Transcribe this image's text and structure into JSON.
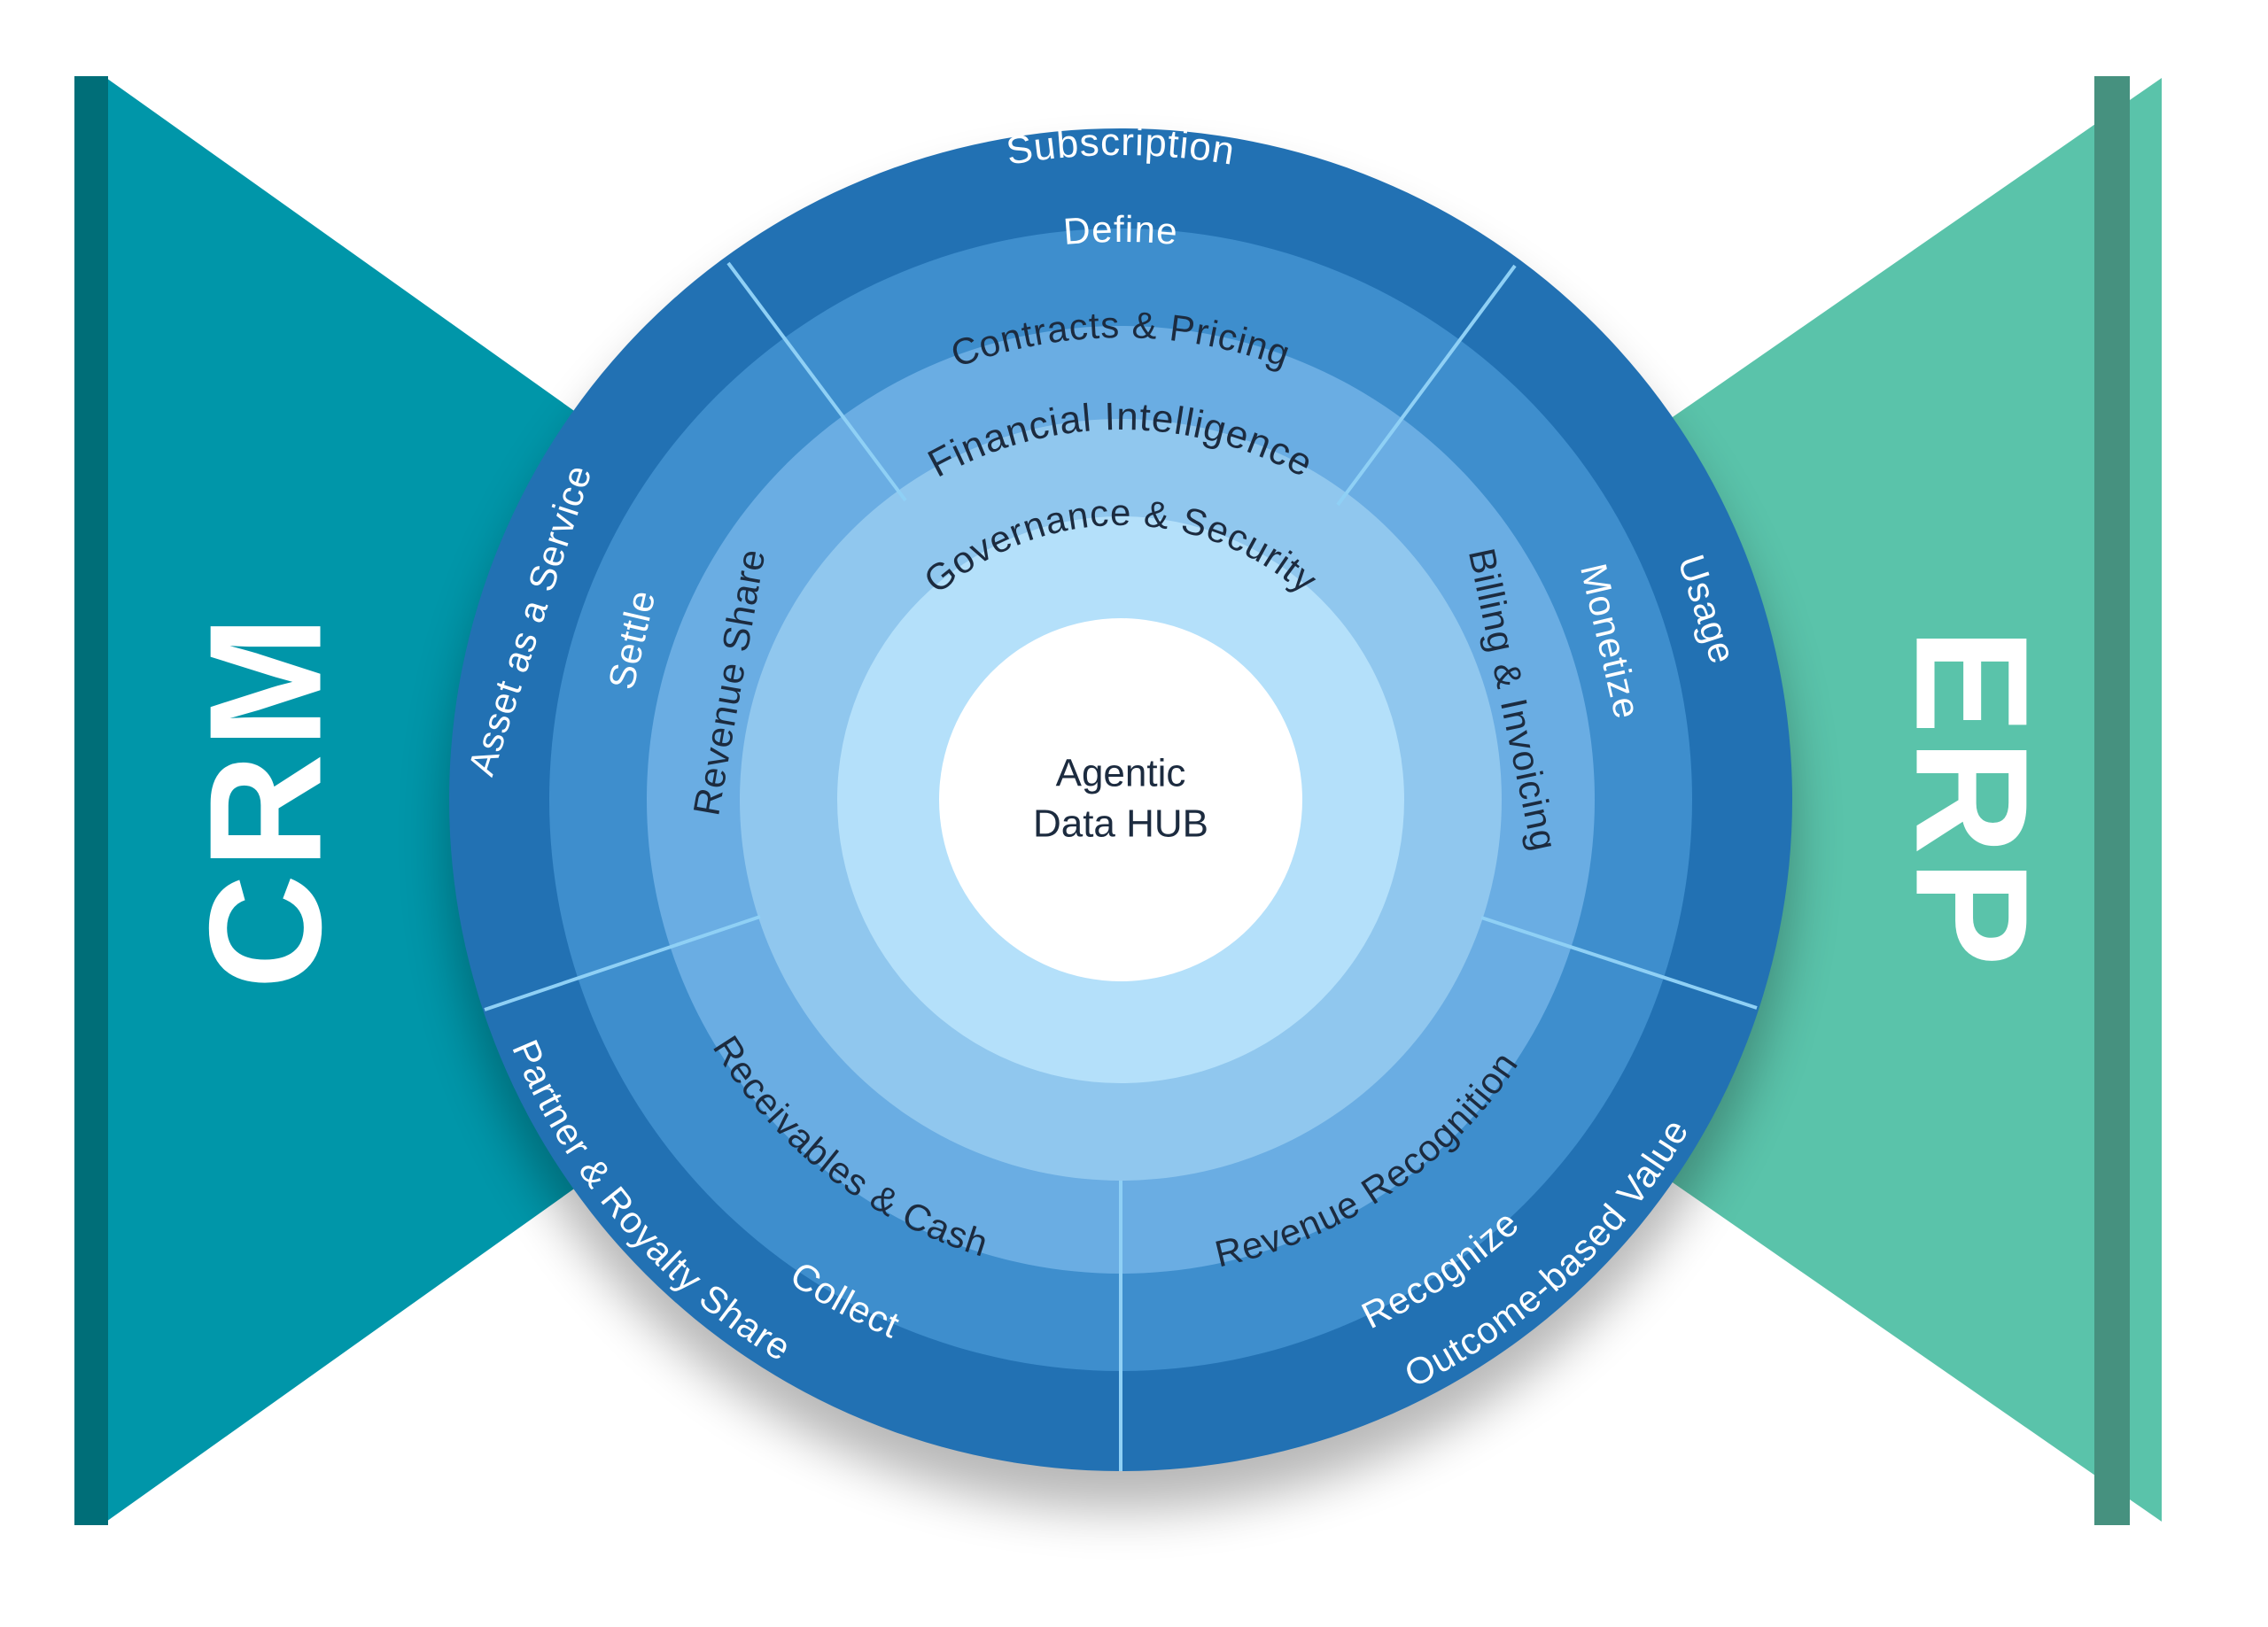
{
  "colors": {
    "left_panel": "#0096A9",
    "left_edge": "#006E78",
    "right_panel": "#5AC3AA",
    "right_edge": "#46917F",
    "ring_outer": "#2271B3",
    "ring_2": "#3E8ECD",
    "ring_3": "#6AADE3",
    "ring_4": "#90C7EE",
    "ring_5": "#B4E0FA",
    "hub": "#FFFFFF",
    "label_light": "#FFFFFF",
    "label_dark": "#1C2B3F",
    "divider": "#8FD0F5"
  },
  "left_panel": {
    "label": "CRM"
  },
  "right_panel": {
    "label": "ERP"
  },
  "hub": {
    "line1": "Agentic",
    "line2": "Data HUB"
  },
  "rings": {
    "outer": {
      "top": "Subscription",
      "left": "Asset as a Service",
      "right": "Usage",
      "bottom_left": "Partner & Royalty Share",
      "bottom_right": "Outcome-based Value"
    },
    "second": {
      "top": "Define",
      "left": "Settle",
      "right": "Monetize",
      "bottom_left": "Collect",
      "bottom_right": "Recognize"
    },
    "third": {
      "top": "Contracts & Pricing",
      "left": "Revenue Share",
      "right": "Billing & Invoicing",
      "bottom_left": "Receivables & Cash",
      "bottom_right": "Revenue Recognition"
    },
    "fourth": {
      "top": "Financial Intelligence"
    },
    "fifth": {
      "top": "Governance & Security"
    }
  }
}
